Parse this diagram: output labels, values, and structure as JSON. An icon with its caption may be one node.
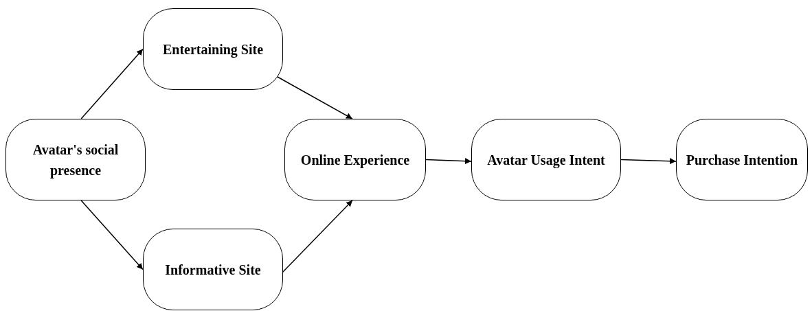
{
  "diagram": {
    "nodes": [
      {
        "text": [
          "Avatar's social presence"
        ]
      },
      {
        "text": [
          "Entertaining Site"
        ]
      },
      {
        "text": [
          "Informative Site"
        ]
      },
      {
        "text": [
          "Online Experience"
        ]
      },
      {
        "text": [
          "Avatar Usage Intent"
        ]
      },
      {
        "text": [
          "Purchase Intention"
        ]
      }
    ],
    "edges": [
      {
        "from": 0,
        "to": 1,
        "arrow": "to"
      },
      {
        "from": 0,
        "to": 2,
        "arrow": "to"
      },
      {
        "from": 1,
        "to": 3,
        "arrow": "to"
      },
      {
        "from": 2,
        "to": 3,
        "arrow": "to"
      },
      {
        "from": 3,
        "to": 4,
        "arrow": "to"
      },
      {
        "from": 4,
        "to": 5,
        "arrow": "to"
      }
    ]
  }
}
